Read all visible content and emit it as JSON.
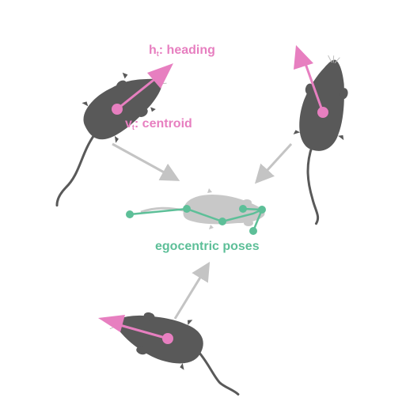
{
  "labels": {
    "heading_symbol": "h",
    "heading_subscript": "t",
    "heading_text": ": heading",
    "centroid_symbol": "v",
    "centroid_subscript": "t",
    "centroid_text": ": centroid",
    "egocentric": "egocentric poses"
  },
  "colors": {
    "mouse": "#595959",
    "mouse_ghost": "#c8c8c8",
    "heading": "#e77fc0",
    "pose": "#5dbf98",
    "arrow": "#c4c4c4"
  }
}
